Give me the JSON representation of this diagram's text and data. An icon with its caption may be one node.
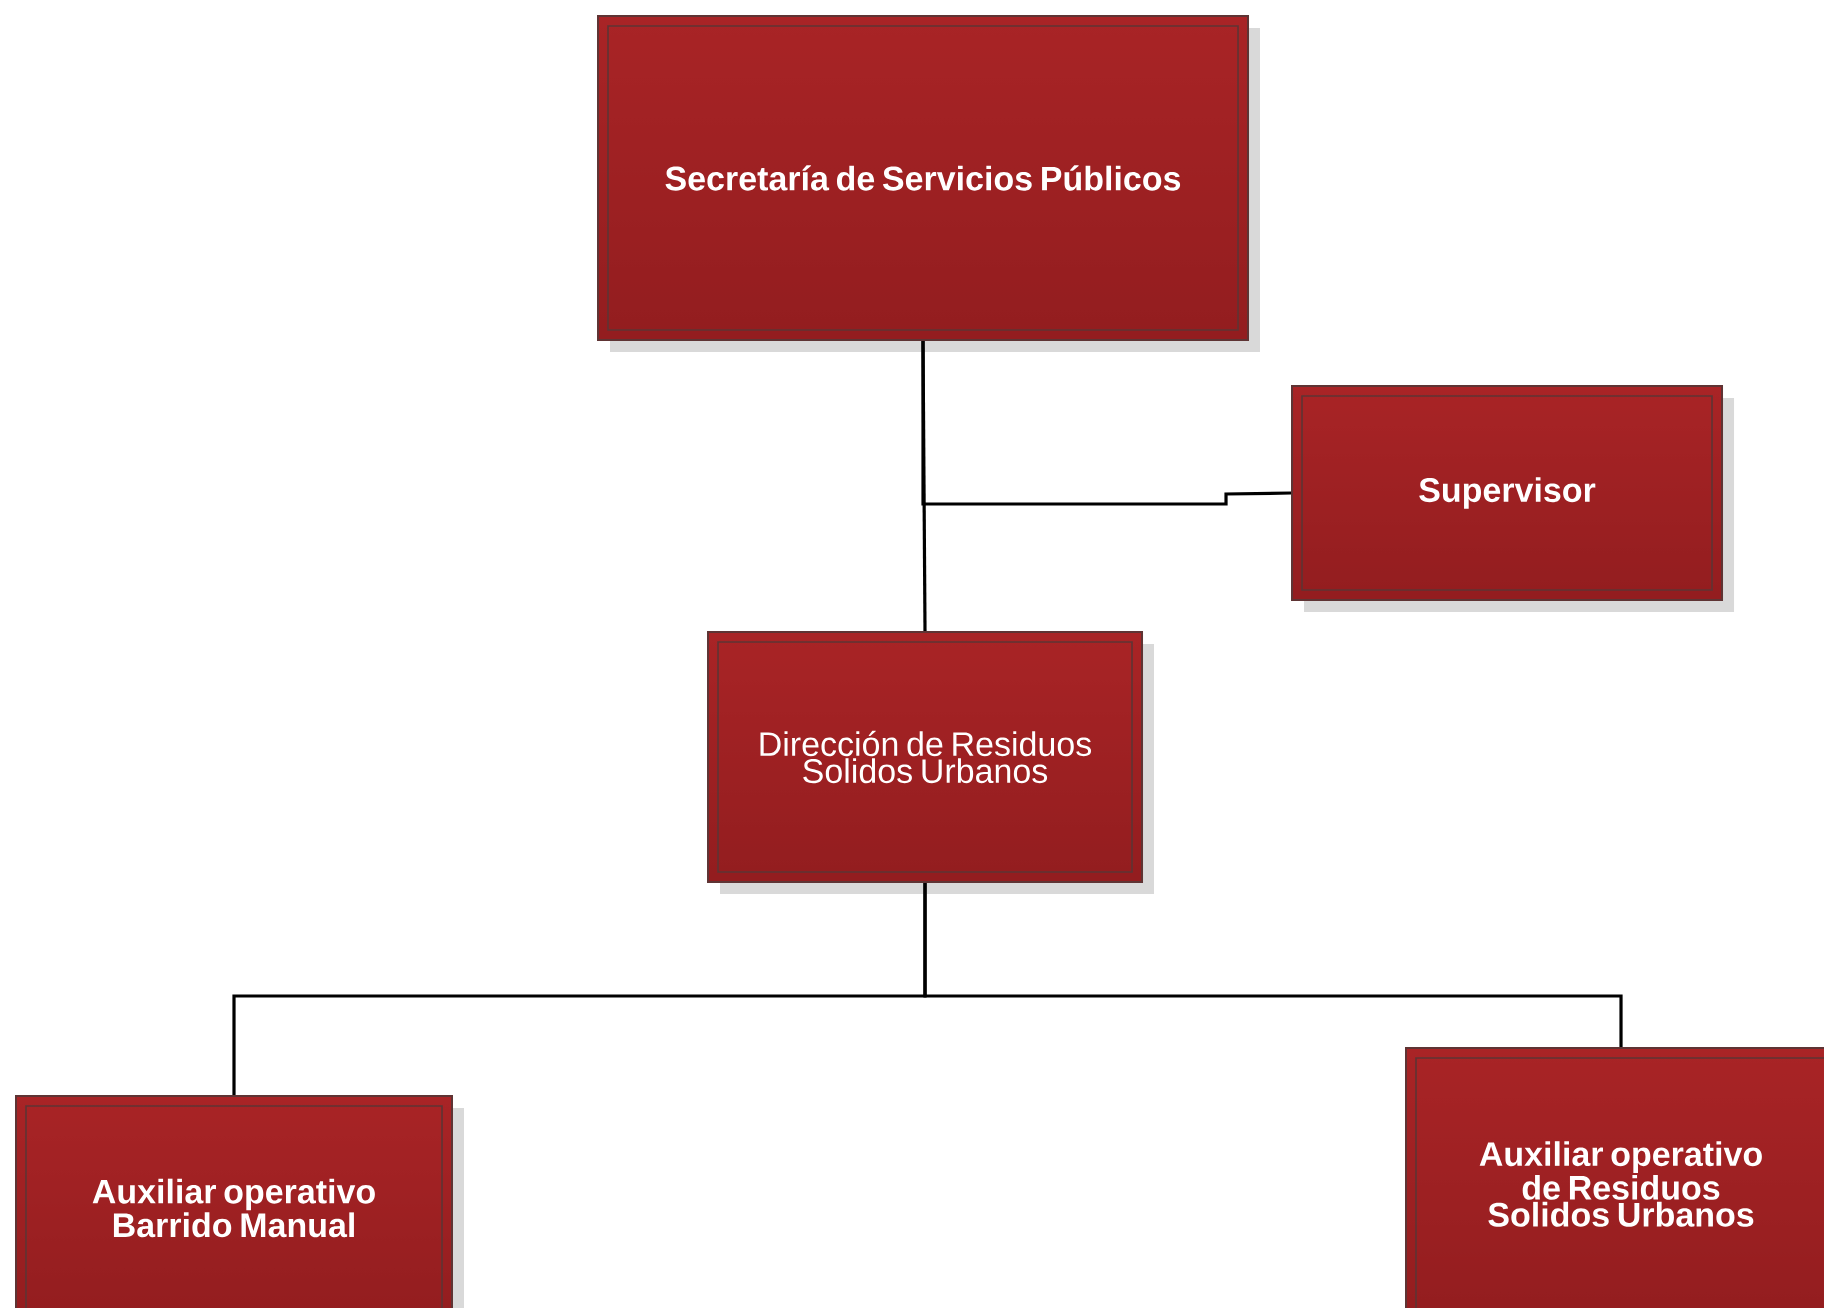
{
  "diagram": {
    "nodes": [
      {
        "text": [
          "Secretaría de Servicios Públicos"
        ]
      },
      {
        "text": [
          "Supervisor"
        ]
      },
      {
        "text": [
          "Dirección de Residuos Solidos Urbanos"
        ]
      },
      {
        "text": [
          "Auxiliar operativo Barrido Manual"
        ]
      },
      {
        "text": [
          "Auxiliar operativo de Residuos Solidos Urbanos"
        ]
      }
    ],
    "edges": [
      {
        "from": 0,
        "to": 2,
        "arrow": "none"
      },
      {
        "from": 0,
        "to": 1,
        "arrow": "none"
      },
      {
        "from": 2,
        "to": 3,
        "arrow": "none"
      },
      {
        "from": 2,
        "to": 4,
        "arrow": "none"
      }
    ]
  }
}
